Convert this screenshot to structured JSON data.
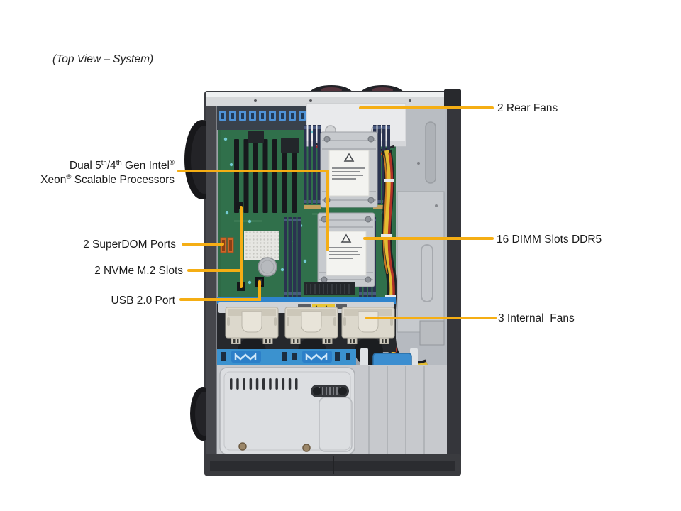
{
  "title": "(Top View – System)",
  "colors": {
    "callout_line": "#F5AE14",
    "pcb_green": "#2E6A46",
    "chassis_dark": "#3A3B40",
    "fan_beige": "#DCD8CC",
    "rail_blue": "#3B92CF"
  },
  "callouts": {
    "processors": {
      "l1a": "Dual 5",
      "l1sup1": "th",
      "l1b": "/4",
      "l1sup2": "th",
      "l1c": " Gen Intel",
      "l1sup3": "®",
      "l2a": "Xeon",
      "l2sup1": "®",
      "l2b": " Scalable Processors"
    },
    "superdom": "2 SuperDOM Ports",
    "nvme": "2 NVMe M.2 Slots",
    "usb": "USB 2.0 Port",
    "rear_fans": "2 Rear Fans",
    "dimm": "16 DIMM Slots DDR5",
    "internal_fans": "3 Internal  Fans"
  }
}
